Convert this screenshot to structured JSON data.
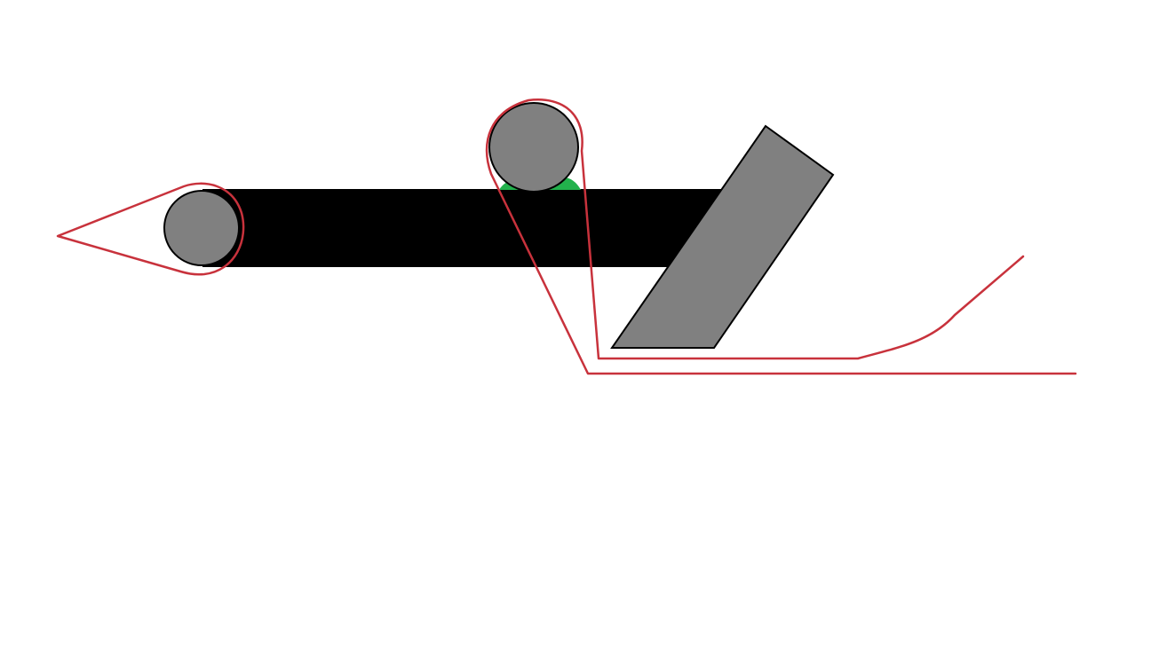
{
  "colors": {
    "background": "#ffffff",
    "bar": "#000000",
    "roller_fill": "#808080",
    "roller_stroke": "#000000",
    "plate_fill": "#808080",
    "plate_stroke": "#000000",
    "path_stroke": "#c8323c",
    "contact_patch": "#22b14c"
  },
  "shapes": {
    "bar": "horizontal-bar",
    "left_roller": "circle",
    "top_roller": "circle",
    "plate": "parallelogram",
    "belt_path": "open-path",
    "contact_patch": "wedge"
  }
}
